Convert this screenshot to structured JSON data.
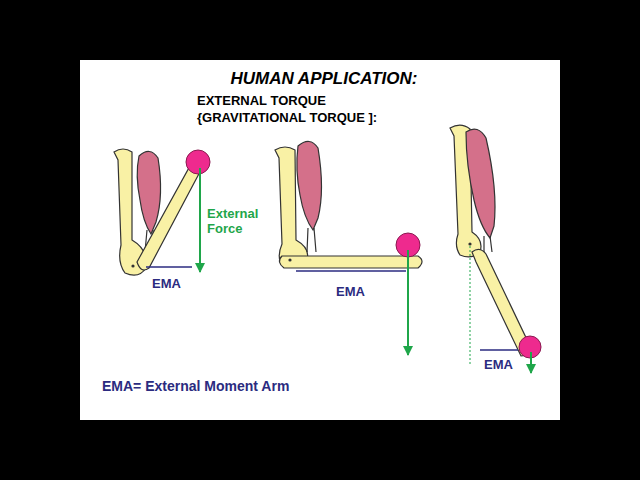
{
  "diagram": {
    "title": "HUMAN APPLICATION:",
    "labels": [
      "EXTERNAL TORQUE",
      "{GRAVITATIONAL TORQUE ]:",
      "External Force",
      "EMA",
      "EMA",
      "EMA",
      "EMA= External Moment Arm"
    ]
  }
}
